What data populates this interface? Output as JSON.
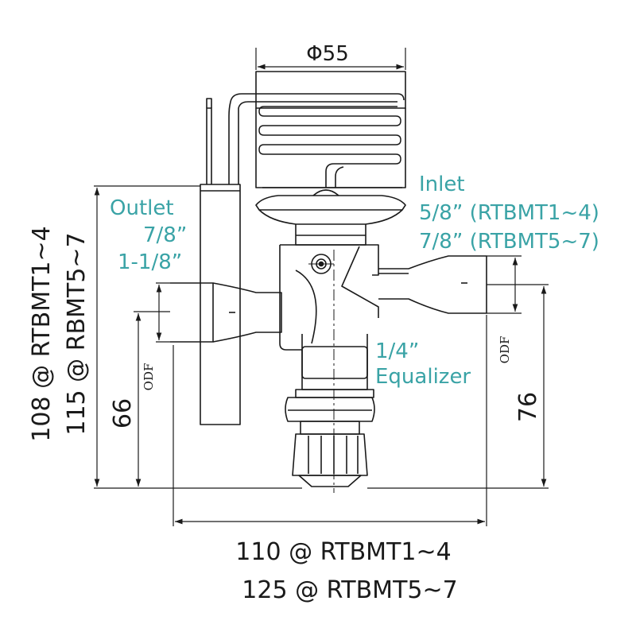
{
  "dimensions": {
    "phi": "Φ55",
    "width_line1": "110 @ RTBMT1~4",
    "width_line2": "125 @ RTBMT5~7",
    "height_line1": "108 @ RTBMT1~4",
    "height_line2": "115 @ RBMT5~7",
    "outlet_height": "66",
    "inlet_height": "76",
    "odf_left": "ODF",
    "odf_right": "ODF"
  },
  "labels": {
    "outlet_title": "Outlet",
    "outlet_size1": "7/8”",
    "outlet_size2": "1-1/8”",
    "inlet_title": "Inlet",
    "inlet_size1": "5/8” (RTBMT1~4)",
    "inlet_size2": "7/8” (RTBMT5~7)",
    "equalizer_size": "1/4”",
    "equalizer_title": "Equalizer"
  },
  "colors": {
    "line": "#1a1a1a",
    "label_accent": "#3aa3a6"
  }
}
